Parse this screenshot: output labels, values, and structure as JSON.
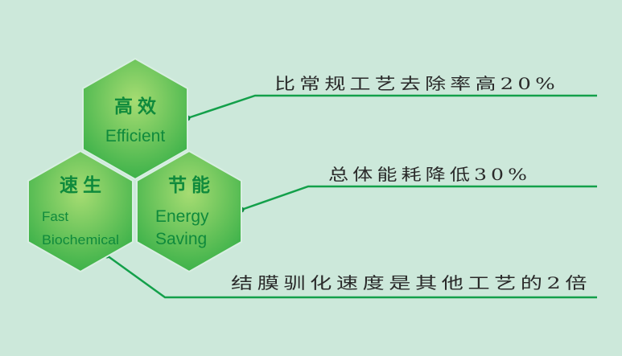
{
  "hexagons": {
    "top": {
      "title_cn": "高效",
      "title_en": "Efficient"
    },
    "left": {
      "title_cn": "速生",
      "title_en_line1": "Fast",
      "title_en_line2": "Biochemical"
    },
    "right": {
      "title_cn": "节能",
      "title_en_line1": "Energy",
      "title_en_line2": "Saving"
    }
  },
  "callouts": [
    {
      "text": "比常规工艺去除率高20%"
    },
    {
      "text": "总体能耗降低30%"
    },
    {
      "text": "结膜驯化速度是其他工艺的2倍"
    }
  ],
  "colors": {
    "background": "#cce8da",
    "hex_light": "#a3dc70",
    "hex_dark": "#3fb34a",
    "text_green": "#0f8a3c",
    "line": "#13a04a"
  }
}
